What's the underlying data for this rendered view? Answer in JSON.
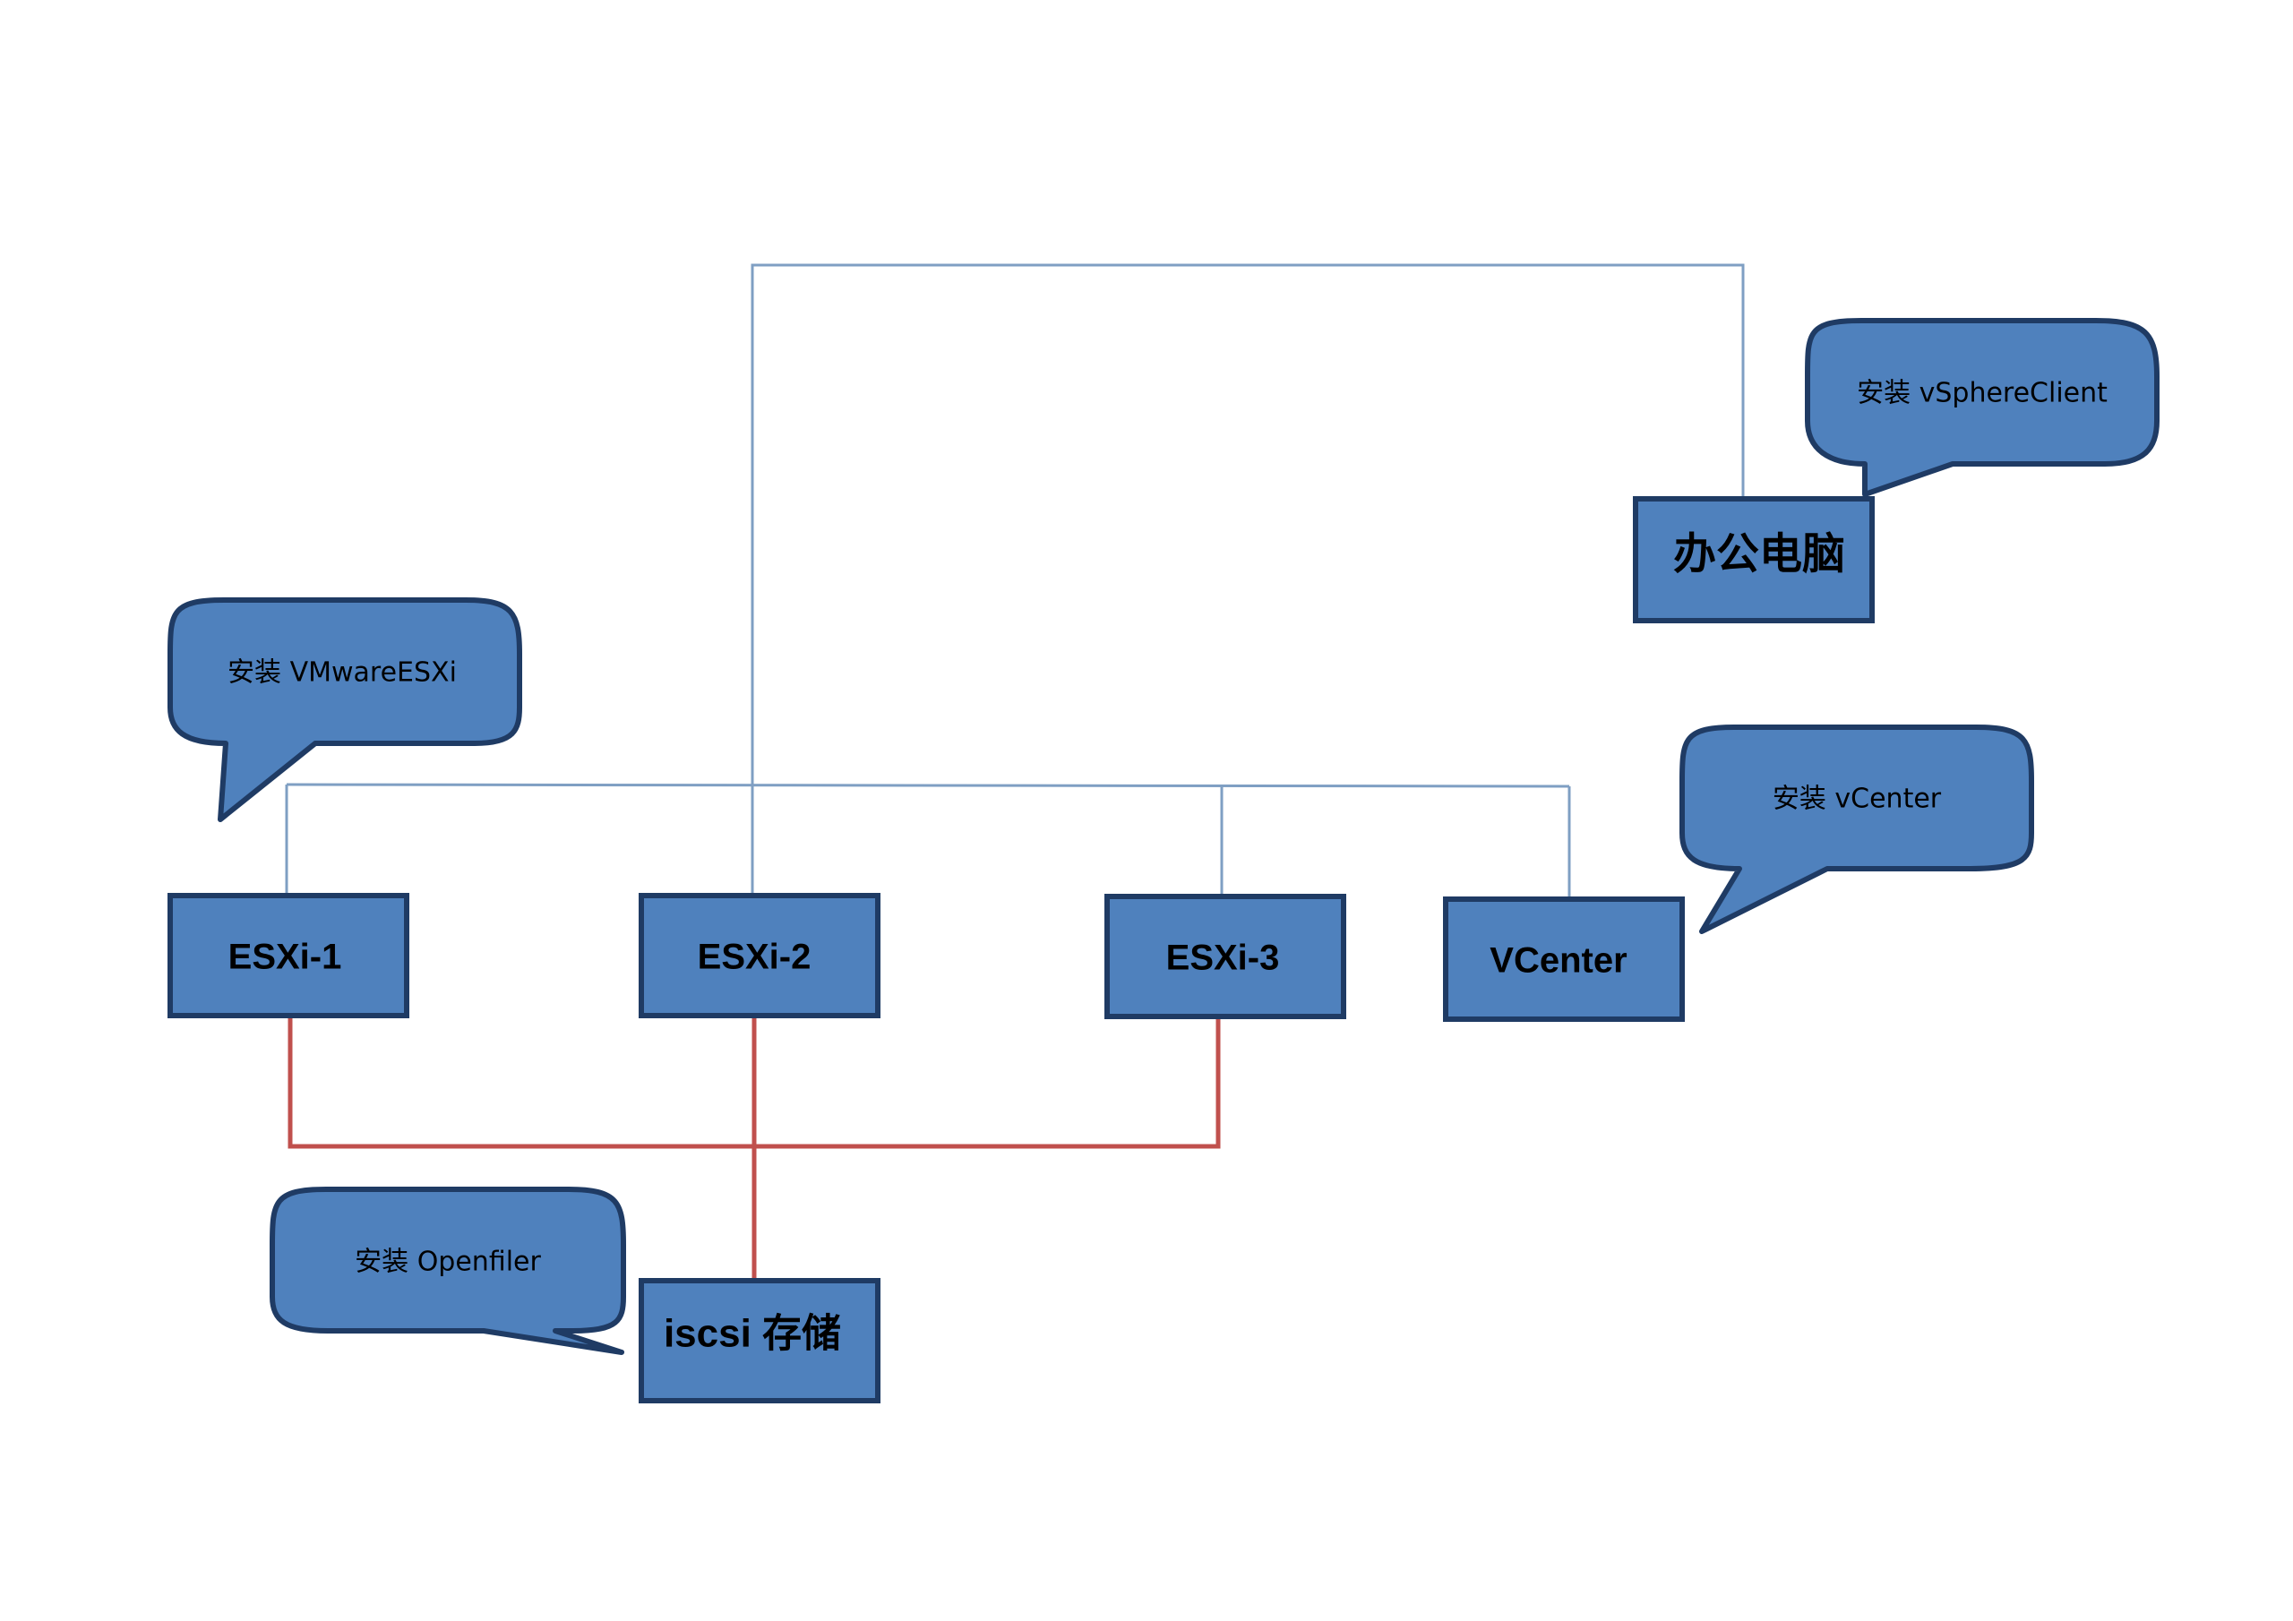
{
  "colors": {
    "node_fill": "#4f81bd",
    "node_stroke": "#1f3b64",
    "management_line": "#7f9fc3",
    "storage_line": "#c0504d",
    "background": "#ffffff"
  },
  "nodes": {
    "esxi1": "ESXi-1",
    "esxi2": "ESXi-2",
    "esxi3": "ESXi-3",
    "vcenter": "VCenter",
    "office_pc": "办公电脑",
    "iscsi": "iscsi 存储"
  },
  "callouts": {
    "vsphereclient": "安装 vSphereClient",
    "vmwareesxi": "安装 VMwareESXi",
    "vcenter": "安装 vCenter",
    "openfiler": "安装 Openfiler"
  }
}
